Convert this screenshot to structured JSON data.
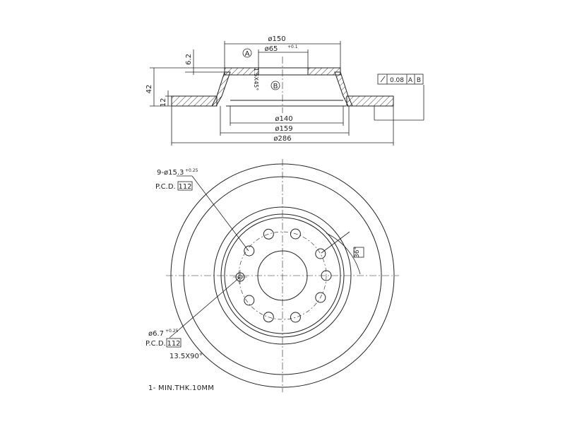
{
  "section_view": {
    "dim_outer_hat": "ø150",
    "datum_a": "A",
    "dim_bore": "ø65",
    "bore_tol": "+0.1",
    "dim_hat_step": "6.2",
    "dim_total_height": "42",
    "dim_thickness": "12",
    "chamfer": "1.5X45°",
    "datum_b": "B",
    "dim_inner_ring": "ø140",
    "dim_hat_base": "ø159",
    "dim_disc_outer": "ø286",
    "runout_value": "0.08",
    "runout_datum_a": "A",
    "runout_datum_b": "B"
  },
  "front_view": {
    "bolt_holes": "9-ø15.3",
    "bolt_holes_tol": "+0.25",
    "pcd_label": "P.C.D.",
    "pcd_value": "112",
    "small_hole": "ø6.7",
    "small_hole_tol": "+0.25",
    "pcd2_label": "P.C.D.",
    "pcd2_value": "112",
    "chamfer_note": "13.5X90°",
    "angle": "36°"
  },
  "notes": {
    "min_thickness": "1- MIN.THK.10MM"
  }
}
